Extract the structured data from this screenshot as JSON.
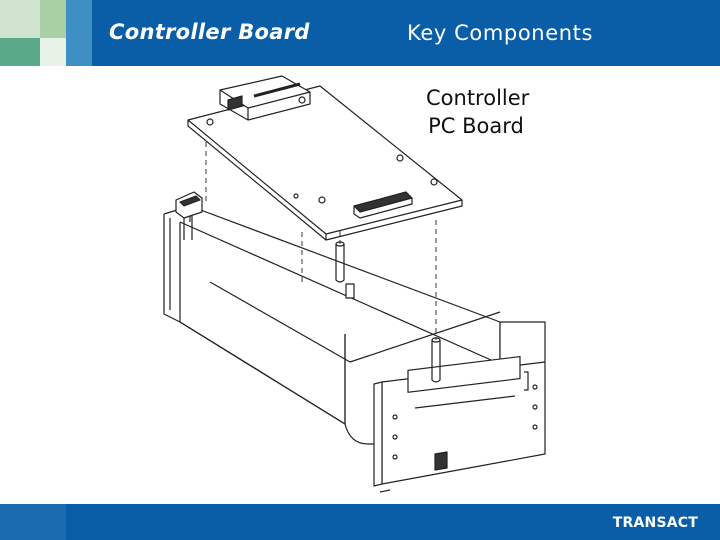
{
  "header": {
    "title": "Controller Board",
    "subtitle": "Key Components"
  },
  "diagram": {
    "callout_line1": "Controller",
    "callout_line2": "PC Board"
  },
  "footer": {
    "logo_text": "TRANSACT"
  },
  "colors": {
    "brand_blue": "#0a5ea8",
    "accent_green": "#5aaa8a"
  }
}
